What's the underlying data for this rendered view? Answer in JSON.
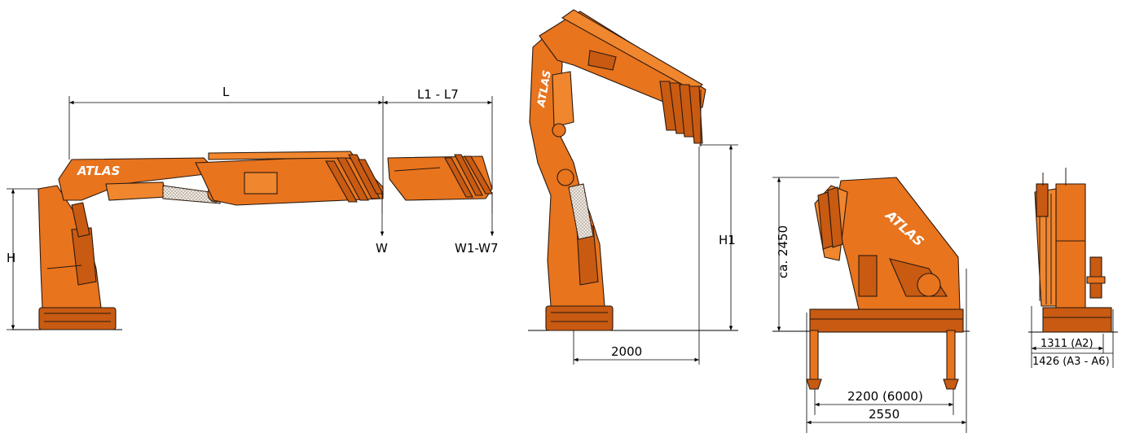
{
  "brand": "ATLAS",
  "colors": {
    "crane": "#e8741e",
    "outline": "#2a1a10",
    "dimension": "#000000"
  },
  "side_view": {
    "dim_L": "L",
    "dim_L1_L7": "L1 - L7",
    "dim_H": "H",
    "load_W": "W",
    "load_W1_W7": "W1-W7"
  },
  "raised_view": {
    "dim_H1": "H1",
    "dim_reach": "2000"
  },
  "rear_view": {
    "dim_height": "ca. 2450",
    "dim_outrigger": "2200 (6000)",
    "dim_width": "2550"
  },
  "front_view": {
    "dim_a2": "1311 (A2)",
    "dim_a3_a6": "1426 (A3 - A6)"
  }
}
